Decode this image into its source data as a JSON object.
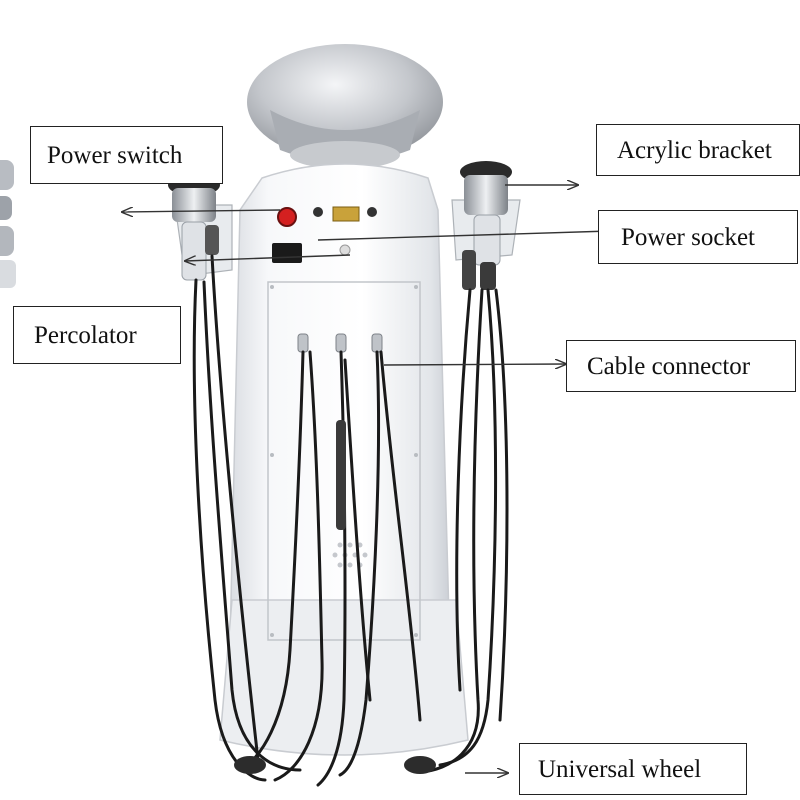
{
  "labels": {
    "power_switch": "Power switch",
    "acrylic_bracket": "Acrylic bracket",
    "power_socket": "Power socket",
    "percolator": "Percolator",
    "cable_connector": "Cable connector",
    "universal_wheel": "Universal wheel"
  },
  "colors": {
    "machine_body": "#f2f3f5",
    "machine_shadow": "#d4d7dc",
    "cable": "#1a1a1a",
    "power_button": "#d42020",
    "label_border": "#222222",
    "arrow": "#333333"
  }
}
